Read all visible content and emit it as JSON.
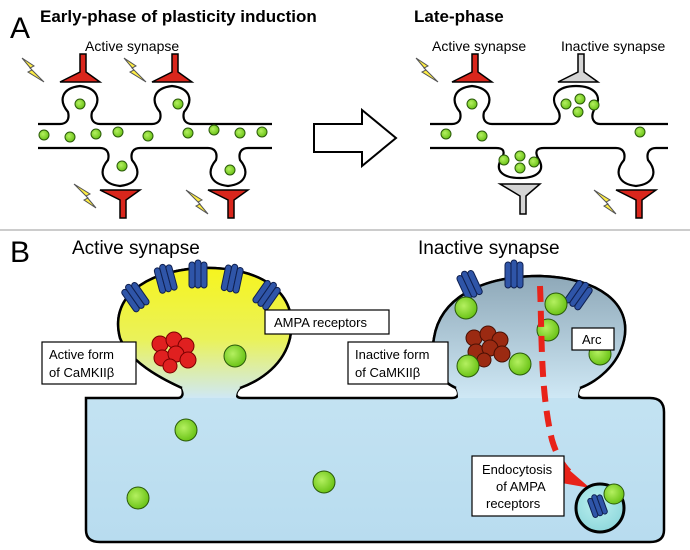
{
  "panel_a": {
    "letter": "A",
    "early_title": "Early-phase of plasticity induction",
    "late_title": "Late-phase",
    "early_active_label": "Active synapse",
    "late_active_label": "Active synapse",
    "late_inactive_label": "Inactive synapse"
  },
  "panel_b": {
    "letter": "B",
    "active_title": "Active synapse",
    "inactive_title": "Inactive synapse",
    "ampa_label": "AMPA receptors",
    "active_camk_line1": "Active form",
    "active_camk_line2": "of CaMKIIβ",
    "inactive_camk_line1": "Inactive form",
    "inactive_camk_line2": "of CaMKIIβ",
    "arc_label": "Arc",
    "endo_line1": "Endocytosis",
    "endo_line2": "of AMPA",
    "endo_line3": "receptors"
  },
  "colors": {
    "active_terminal": "#d9261c",
    "inactive_terminal": "#d4d4d4",
    "green_dot": "#7ed321",
    "bolt": "#ffee44",
    "receptor": "#2f55a8",
    "camk_active": "#e02020",
    "camk_inactive": "#9b2a12",
    "arrow": "#e8231a",
    "dendrite": "#cce8f6",
    "head_active": "#e8f020"
  }
}
